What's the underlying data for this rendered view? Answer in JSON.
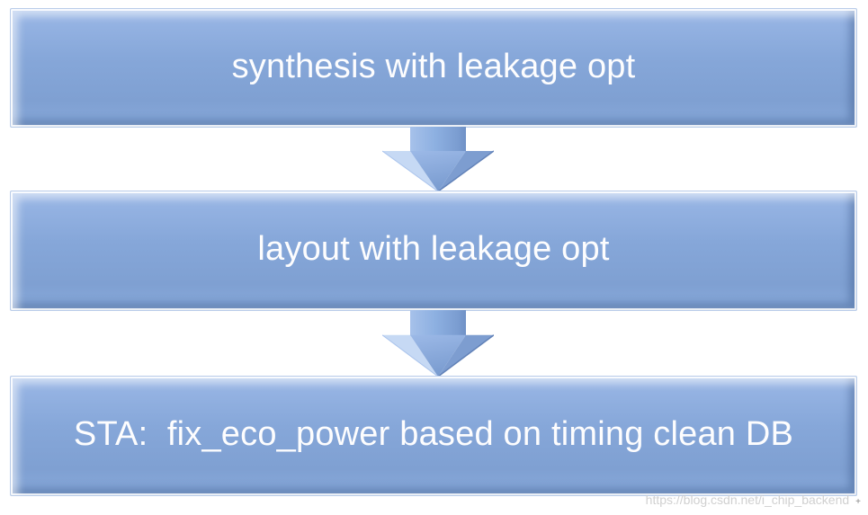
{
  "diagram": {
    "type": "flowchart",
    "direction": "top-to-bottom",
    "steps": [
      {
        "id": "synthesis",
        "label": "synthesis with leakage opt"
      },
      {
        "id": "layout",
        "label": "layout with leakage opt"
      },
      {
        "id": "sta",
        "label": "STA:  fix_eco_power based on timing clean DB"
      }
    ],
    "connector": "down-arrow",
    "connector_count": 2
  },
  "colors": {
    "background": "#ffffff",
    "box_fill": "#86a7d9",
    "box_fill_light": "#9ab7e6",
    "box_bevel_light": "#c6d9f4",
    "box_bevel_dark": "#6e90c4",
    "box_border": "#b9cce9",
    "arrow_fill": "#8aabdc",
    "arrow_highlight": "#c6d9f4",
    "arrow_shadow": "#7191c6",
    "text": "#fdfdfe",
    "watermark_text": "#c8c8c8"
  },
  "watermark": {
    "text": "https://blog.csdn.net/i_chip_backend",
    "cursor_glyph": "+"
  }
}
